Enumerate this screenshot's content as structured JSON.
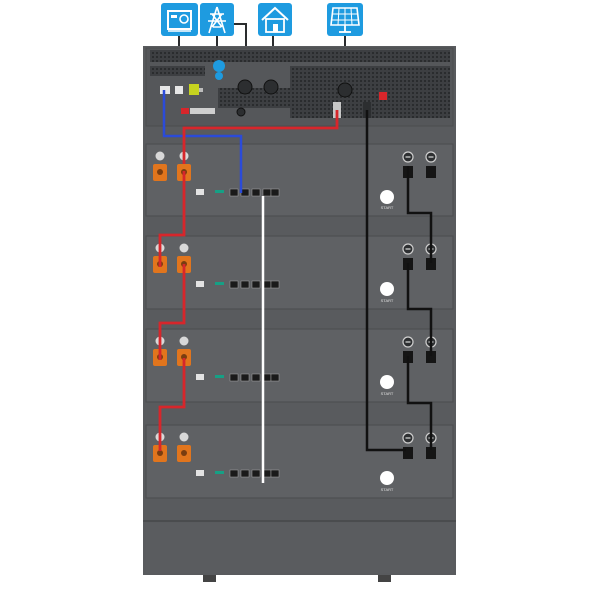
{
  "top_icons": [
    {
      "name": "generator-icon",
      "color": "#1E9BE0"
    },
    {
      "name": "grid-tower-icon",
      "color": "#1E9BE0"
    },
    {
      "name": "home-icon",
      "color": "#1E9BE0"
    },
    {
      "name": "solar-panel-icon",
      "color": "#1E9BE0"
    }
  ],
  "modules": [
    {
      "index": 1,
      "start_label": "START"
    },
    {
      "index": 2,
      "start_label": "START"
    },
    {
      "index": 3,
      "start_label": "START"
    },
    {
      "index": 4,
      "start_label": "START"
    }
  ],
  "cable_colors": {
    "positive": "#D7262B",
    "negative": "#111111",
    "communication": "#2B4BD8",
    "link": "#FFFFFF"
  },
  "cabinet_color": "#595B5E",
  "terminal_color": "#E1751D"
}
